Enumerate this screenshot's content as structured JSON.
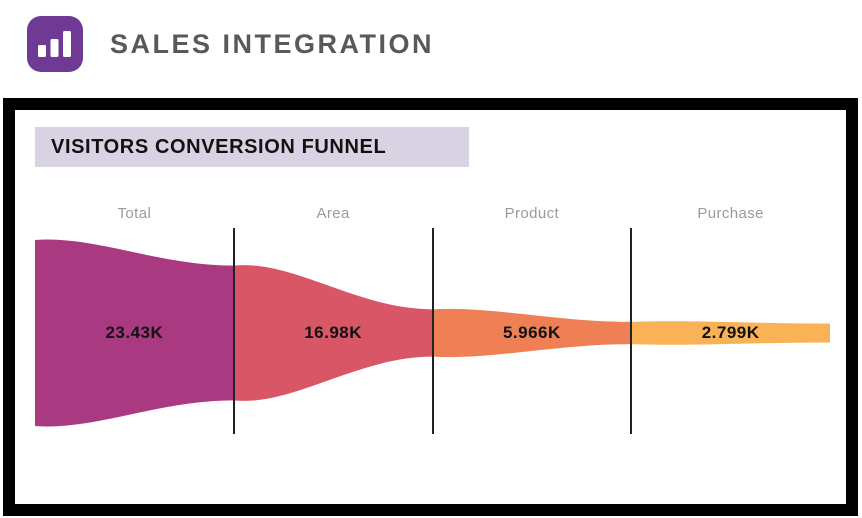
{
  "header": {
    "app_title": "SALES INTEGRATION"
  },
  "panel": {
    "title": "VISITORS CONVERSION FUNNEL"
  },
  "chart_data": {
    "type": "funnel",
    "orientation": "horizontal",
    "title": "VISITORS CONVERSION FUNNEL",
    "categories": [
      "Total",
      "Area",
      "Product",
      "Purchase"
    ],
    "values": [
      23430,
      16980,
      5966,
      2799
    ],
    "stages": [
      {
        "label": "Total",
        "value": 23430,
        "display": "23.43K",
        "color": "#a93a82"
      },
      {
        "label": "Area",
        "value": 16980,
        "display": "16.98K",
        "color": "#d95667"
      },
      {
        "label": "Product",
        "value": 5966,
        "display": "5.966K",
        "color": "#ef8055"
      },
      {
        "label": "Purchase",
        "value": 2799,
        "display": "2.799K",
        "color": "#f9b356"
      }
    ],
    "legend": "none",
    "grid": false,
    "stage_label_color": "#9b9b9b",
    "value_label_color": "#111111",
    "divider_color": "#222222"
  },
  "colors": {
    "logo_bg": "#6f3a93",
    "logo_bars": "#ffffff",
    "app_title": "#58595b",
    "panel_border": "#000000",
    "panel_bg": "#ffffff",
    "chart_title_bg": "#d9d2e3",
    "chart_title_text": "#111111"
  },
  "icons": {
    "logo": "bar-chart-icon"
  }
}
